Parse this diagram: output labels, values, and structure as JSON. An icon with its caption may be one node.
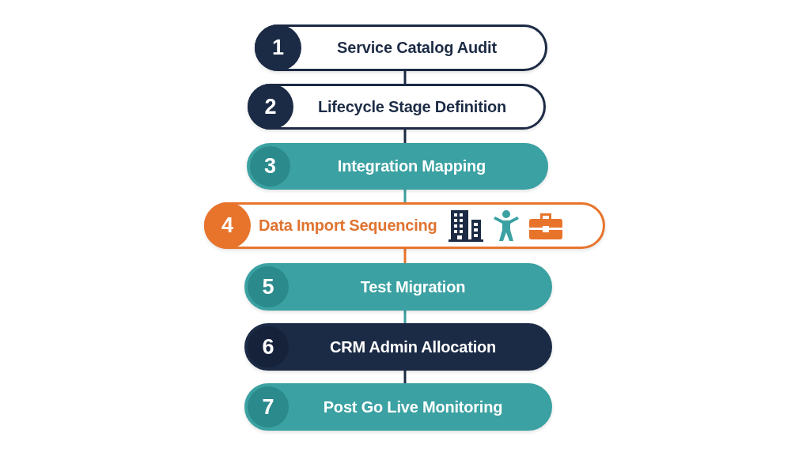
{
  "diagram": {
    "nodes": [
      {
        "text": [
          "1",
          "Service Catalog Audit"
        ]
      },
      {
        "text": [
          "2",
          "Lifecycle Stage Definition"
        ]
      },
      {
        "text": [
          "3",
          "Integration Mapping"
        ]
      },
      {
        "text": [
          "4",
          "Data Import Sequencing"
        ]
      },
      {
        "text": [
          "5",
          "Test Migration"
        ]
      },
      {
        "text": [
          "6",
          "CRM Admin Allocation"
        ]
      },
      {
        "text": [
          "7",
          "Post Go Live Monitoring"
        ]
      }
    ],
    "edges": [
      {
        "from": 0,
        "to": 1,
        "arrow": "none"
      },
      {
        "from": 1,
        "to": 2,
        "arrow": "none"
      },
      {
        "from": 2,
        "to": 3,
        "arrow": "none",
        "color": "#3a9fa0"
      },
      {
        "from": 3,
        "to": 4,
        "arrow": "none",
        "color": "#e8742c"
      },
      {
        "from": 4,
        "to": 5,
        "arrow": "none",
        "color": "#3a9fa0"
      },
      {
        "from": 5,
        "to": 6,
        "arrow": "none"
      }
    ]
  }
}
